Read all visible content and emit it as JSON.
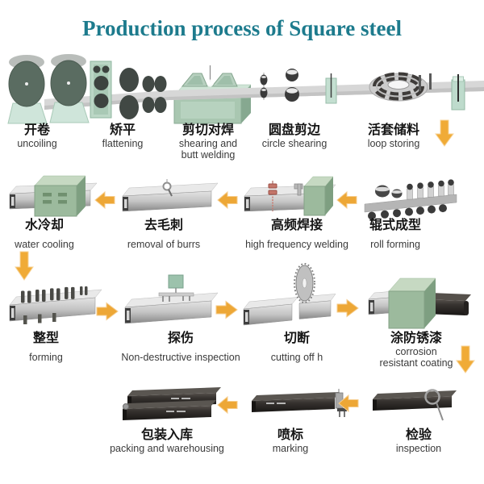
{
  "title": "Production process of Square steel",
  "colors": {
    "title_teal": "#1d7b8d",
    "arrow_orange": "#eda736",
    "machine_green": "#9cba9d",
    "stand_green": "#cfe5da",
    "steel_dark": "#2e2b29"
  },
  "steps": {
    "uncoiling": {
      "zh": "开卷",
      "en": "uncoiling"
    },
    "flattening": {
      "zh": "矫平",
      "en": "flattening"
    },
    "shearing_butt_welding": {
      "zh": "剪切对焊",
      "en_line1": "shearing and",
      "en_line2": "butt welding"
    },
    "circle_shearing": {
      "zh": "圆盘剪边",
      "en": "circle shearing"
    },
    "loop_storing": {
      "zh": "活套储料",
      "en": "loop storing"
    },
    "roll_forming": {
      "zh": "辊式成型",
      "en": "roll forming"
    },
    "high_frequency_welding": {
      "zh": "高频焊接",
      "en": "high frequency welding"
    },
    "removal_of_burrs": {
      "zh": "去毛刺",
      "en": "removal of burrs"
    },
    "water_cooling": {
      "zh": "水冷却",
      "en": "water cooling"
    },
    "forming": {
      "zh": "整型",
      "en": "forming"
    },
    "non_destructive_inspection": {
      "zh": "探伤",
      "en": "Non-destructive inspection"
    },
    "cutting_off": {
      "zh": "切断",
      "en": "cutting off h"
    },
    "corrosion_resistant_coating": {
      "zh": "涂防锈漆",
      "en_line1": "corrosion",
      "en_line2": "resistant coating"
    },
    "inspection": {
      "zh": "检验",
      "en": "inspection"
    },
    "marking": {
      "zh": "喷标",
      "en": "marking"
    },
    "packing_warehousing": {
      "zh": "包装入库",
      "en": "packing and warehousing"
    }
  }
}
